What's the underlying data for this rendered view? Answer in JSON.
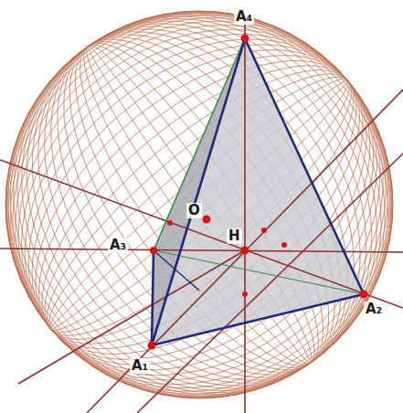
{
  "diagram": {
    "labels": [
      "A₄",
      "A₃",
      "O",
      "H",
      "A₂",
      "A₁"
    ]
  }
}
